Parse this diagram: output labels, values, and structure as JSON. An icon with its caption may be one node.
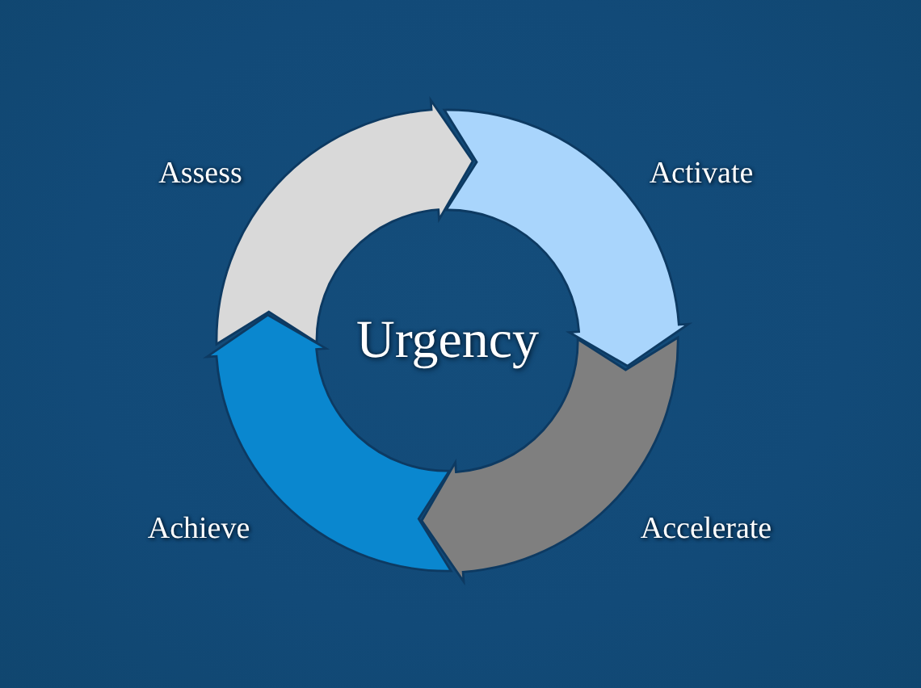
{
  "diagram": {
    "nodes": [
      {
        "text": [],
        "shape": "arrow",
        "beside": [
          "Assess"
        ]
      },
      {
        "text": [],
        "shape": "arrow",
        "beside": [
          "Activate"
        ]
      },
      {
        "text": [],
        "shape": "arrow",
        "beside": [
          "Accelerate"
        ]
      },
      {
        "text": [],
        "shape": "arrow",
        "beside": [
          "Achieve"
        ]
      }
    ],
    "labels": [
      "Urgency"
    ]
  }
}
